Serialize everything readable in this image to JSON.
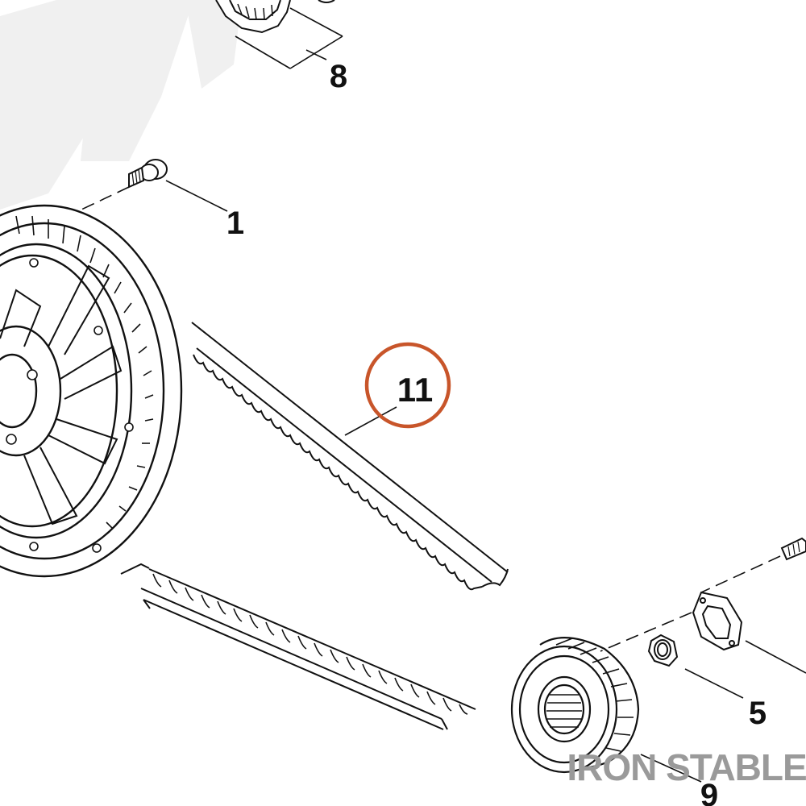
{
  "diagram": {
    "callouts": {
      "c1": "1",
      "c5": "5",
      "c8": "8",
      "c9": "9",
      "c11": "11"
    },
    "highlight_color": "#c8552a",
    "watermark": "IRON STABLE",
    "watermark_color": "#9a9a9a"
  }
}
